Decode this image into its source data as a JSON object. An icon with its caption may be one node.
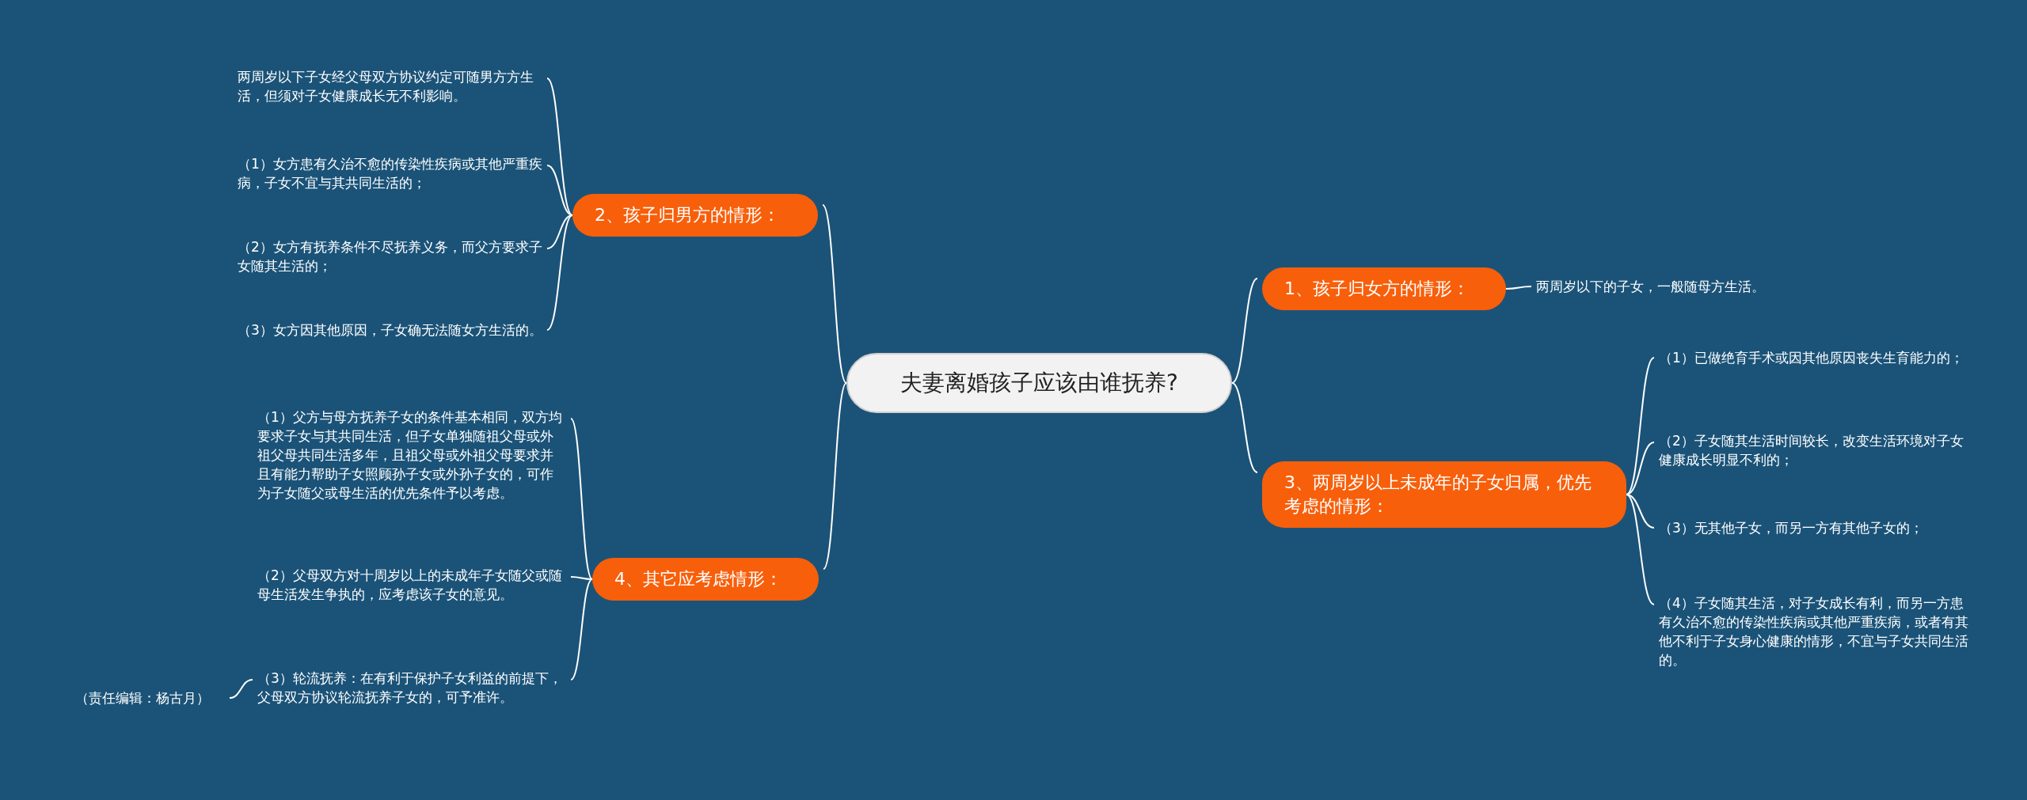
{
  "diagram": {
    "nodes": [
      {
        "text": [
          "夫妻离婚孩子应该由谁抚养?"
        ]
      },
      {
        "text": [
          "1、孩子归女方的情形："
        ]
      },
      {
        "text": [
          "两周岁以下的子女，一般随母方生活。"
        ]
      },
      {
        "text": [
          "3、两周岁以上未成年的子女归属，优先考虑的情形："
        ]
      },
      {
        "text": [
          "（1）已做绝育手术或因其他原因丧失生育能力的；"
        ]
      },
      {
        "text": [
          "（2）子女随其生活时间较长，改变生活环境对子女健康成长明显不利的；"
        ]
      },
      {
        "text": [
          "（3）无其他子女，而另一方有其他子女的；"
        ]
      },
      {
        "text": [
          "（4）子女随其生活，对子女成长有利，而另一方患有久治不愈的传染性疾病或其他严重疾病，或者有其他不利于子女身心健康的情形，不宜与子女共同生活的。"
        ]
      },
      {
        "text": [
          "2、孩子归男方的情形："
        ]
      },
      {
        "text": [
          "两周岁以下子女经父母双方协议约定可随男方方生活，但须对子女健康成长无不利影响。"
        ]
      },
      {
        "text": [
          "（1）女方患有久治不愈的传染性疾病或其他严重疾病，子女不宜与其共同生活的；"
        ]
      },
      {
        "text": [
          "（2）女方有抚养条件不尽抚养义务，而父方要求子女随其生活的；"
        ]
      },
      {
        "text": [
          "（3）女方因其他原因，子女确无法随女方生活的。"
        ]
      },
      {
        "text": [
          "4、其它应考虑情形："
        ]
      },
      {
        "text": [
          "（1）父方与母方抚养子女的条件基本相同，双方均要求子女与其共同生活，但子女单独随祖父母或外祖父母共同生活多年，且祖父母或外祖父母要求并且有能力帮助子女照顾孙子女或外孙子女的，可作为子女随父或母生活的优先条件予以考虑。"
        ]
      },
      {
        "text": [
          "（2）父母双方对十周岁以上的未成年子女随父或随母生活发生争执的，应考虑该子女的意见。"
        ]
      },
      {
        "text": [
          "（3）轮流抚养：在有利于保护子女利益的前提下，父母双方协议轮流抚养子女的，可予准许。"
        ]
      },
      {
        "text": [
          "（责任编辑：杨古月）"
        ]
      }
    ],
    "edges": [
      {
        "from": 0,
        "to": 1,
        "arrow": "none"
      },
      {
        "from": 1,
        "to": 2,
        "arrow": "none"
      },
      {
        "from": 0,
        "to": 3,
        "arrow": "none"
      },
      {
        "from": 3,
        "to": 4,
        "arrow": "none"
      },
      {
        "from": 3,
        "to": 5,
        "arrow": "none"
      },
      {
        "from": 3,
        "to": 6,
        "arrow": "none"
      },
      {
        "from": 3,
        "to": 7,
        "arrow": "none"
      },
      {
        "from": 0,
        "to": 8,
        "arrow": "none"
      },
      {
        "from": 8,
        "to": 9,
        "arrow": "none"
      },
      {
        "from": 8,
        "to": 10,
        "arrow": "none"
      },
      {
        "from": 8,
        "to": 11,
        "arrow": "none"
      },
      {
        "from": 8,
        "to": 12,
        "arrow": "none"
      },
      {
        "from": 0,
        "to": 13,
        "arrow": "none"
      },
      {
        "from": 13,
        "to": 14,
        "arrow": "none"
      },
      {
        "from": 13,
        "to": 15,
        "arrow": "none"
      },
      {
        "from": 13,
        "to": 16,
        "arrow": "none"
      },
      {
        "from": 17,
        "to": 16,
        "arrow": "none"
      }
    ]
  }
}
